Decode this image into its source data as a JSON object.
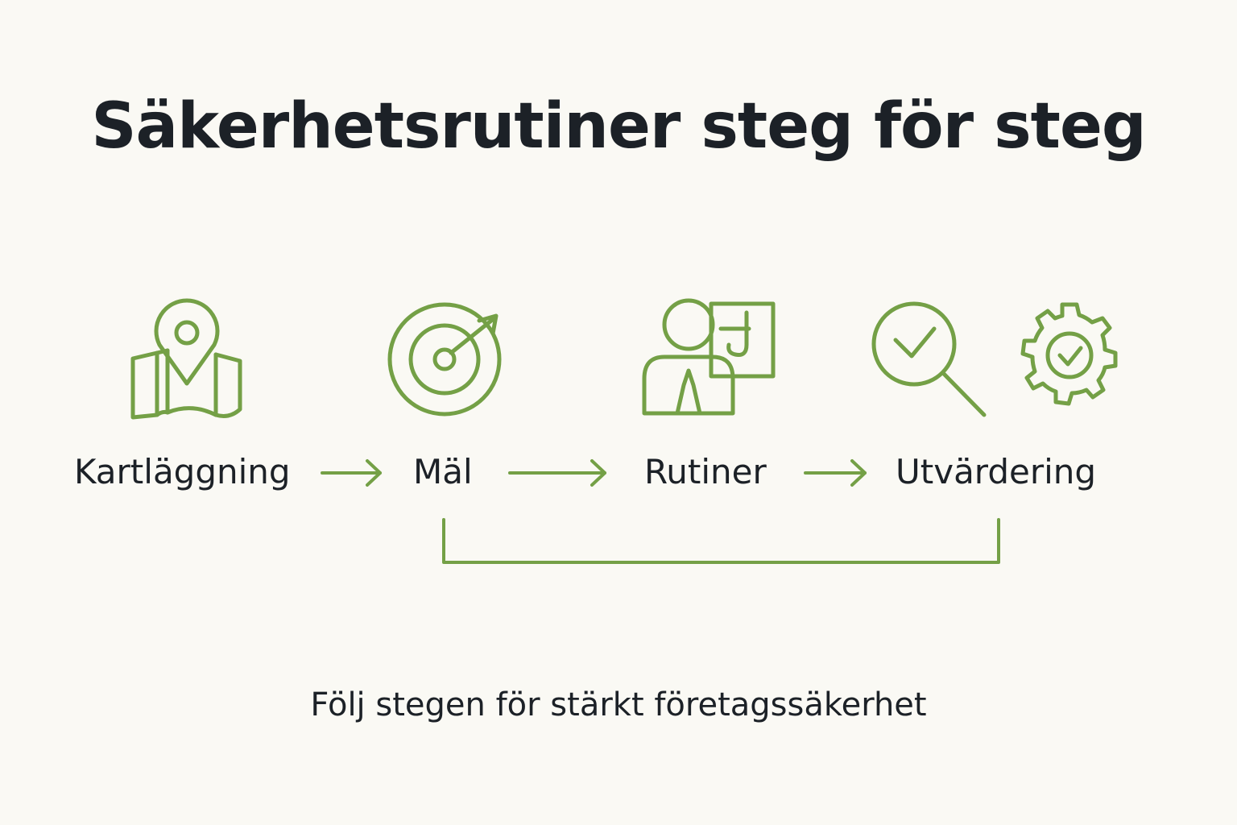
{
  "title": "Säkerhetsrutiner steg för steg",
  "accent_color": "#74a046",
  "text_color": "#1c2127",
  "background_color": "#faf9f4",
  "steps": [
    {
      "label": "Kartläggning",
      "icons": [
        "map-pin-icon"
      ]
    },
    {
      "label": "Mäl",
      "icons": [
        "target-icon"
      ]
    },
    {
      "label": "Rutiner",
      "icons": [
        "presenter-board-icon"
      ]
    },
    {
      "label": "Utvärdering",
      "icons": [
        "magnifier-check-icon",
        "gear-check-icon"
      ]
    }
  ],
  "connectors": [
    "arrow-icon",
    "arrow-icon",
    "arrow-icon",
    "feedback-bracket"
  ],
  "footer": "Följ stegen för stärkt företagssäkerhet"
}
